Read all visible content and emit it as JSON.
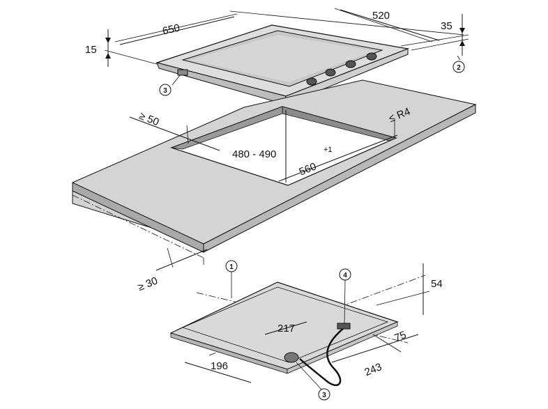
{
  "dimensions": {
    "width_650": "650",
    "depth_520": "520",
    "edge_35": "35",
    "height_15": "15",
    "clearance_50": "≥ 50",
    "cutout_480_490": "480 - 490",
    "cutout_560": "560",
    "cutout_560_tol": "+1",
    "radius_r4": "≤ R4",
    "edge_30": "≥ 30",
    "depth_54": "54",
    "offset_217": "217",
    "offset_75": "75",
    "offset_243": "243",
    "offset_196": "196"
  },
  "callouts": {
    "c1": "1",
    "c2": "2",
    "c3_top": "3",
    "c3_bottom": "3",
    "c4": "4"
  },
  "colors": {
    "hob_frame": "#dedede",
    "hob_glass": "#c8c8c8",
    "counter_top": "#d4d4d4",
    "counter_front": "#a9a9a9",
    "cutout": "#ffffff",
    "underside": "#d9d9d9"
  }
}
